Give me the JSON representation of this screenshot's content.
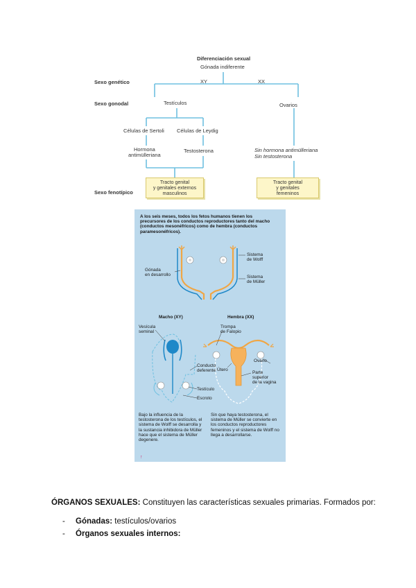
{
  "diagram": {
    "title": "Diferenciación sexual",
    "subtitle": "Gónada indiferente",
    "row_labels": {
      "genetico": "Sexo genético",
      "gonadal": "Sexo gonodal",
      "fenotipico": "Sexo fenotípico"
    },
    "branch_xy": "XY",
    "branch_xx": "XX",
    "testiculos": "Testículos",
    "ovarios": "Ovarios",
    "sertoli": "Células de Sertoli",
    "leydig": "Células de Leydig",
    "hormona_line1": "Hormona",
    "hormona_line2": "antimülleriana",
    "testosterona": "Testosterona",
    "sin_hormona": "Sin hormona antimülleriana",
    "sin_testosterona": "Sin testosterona",
    "tracto_masc": [
      "Tracto genital",
      "y genitales externos",
      "masculinos"
    ],
    "tracto_fem": [
      "Tracto genital",
      "y genitales",
      "femeninos"
    ]
  },
  "figure": {
    "intro": "A los seis meses, todos los fetos humanos tienen los precursores de los conductos reproductores tanto del macho (conductos mesonéfricos) como de hembra (conductos paramesonéfricos).",
    "label_gonada": [
      "Gónada",
      "en desarrollo"
    ],
    "label_wolff": [
      "Sistema",
      "de Wolff"
    ],
    "label_muller": [
      "Sistema",
      "de Müller"
    ],
    "macho_title": "Macho (XY)",
    "hembra_title": "Hembra (XX)",
    "label_vesicula": [
      "Vesícula",
      "seminal"
    ],
    "label_conducto": [
      "Conducto",
      "deferente"
    ],
    "label_testiculo": "Testículo",
    "label_escroto": "Escroto",
    "label_trompa": [
      "Trompa",
      "de Falopio"
    ],
    "label_utero": "Útero",
    "label_ovario": "Ovario",
    "label_vagina": [
      "Parte",
      "superior",
      "de la vagina"
    ],
    "caption_macho": "Bajo la influencia de la testosterona de los testículos, el sistema de Wolff se desarrolla y la sustancia inhibidora de Müller hace que el sistema de Müller degenere.",
    "caption_hembra": "Sin que haya testosterona, el sistema de Müller se convierte en los conductos reproductores femeninos y el sistema de Wolff no llega a desarrollarse.",
    "marker": "↑"
  },
  "text": {
    "heading": "ÓRGANOS SEXUALES:",
    "heading_rest": " Constituyen las características sexuales primarias. Formados por:",
    "items": [
      {
        "dash": "-",
        "bold": "Gónadas:",
        "rest": " testículos/ovarios"
      },
      {
        "dash": "-",
        "bold": "Órganos sexuales internos:",
        "rest": ""
      }
    ]
  },
  "colors": {
    "line_blue": "#6ec0e0",
    "box_fill": "#fdf6c9",
    "panel_blue": "#bcd9ec",
    "duct_orange": "#f0a644",
    "duct_blue": "#1e88c8"
  }
}
